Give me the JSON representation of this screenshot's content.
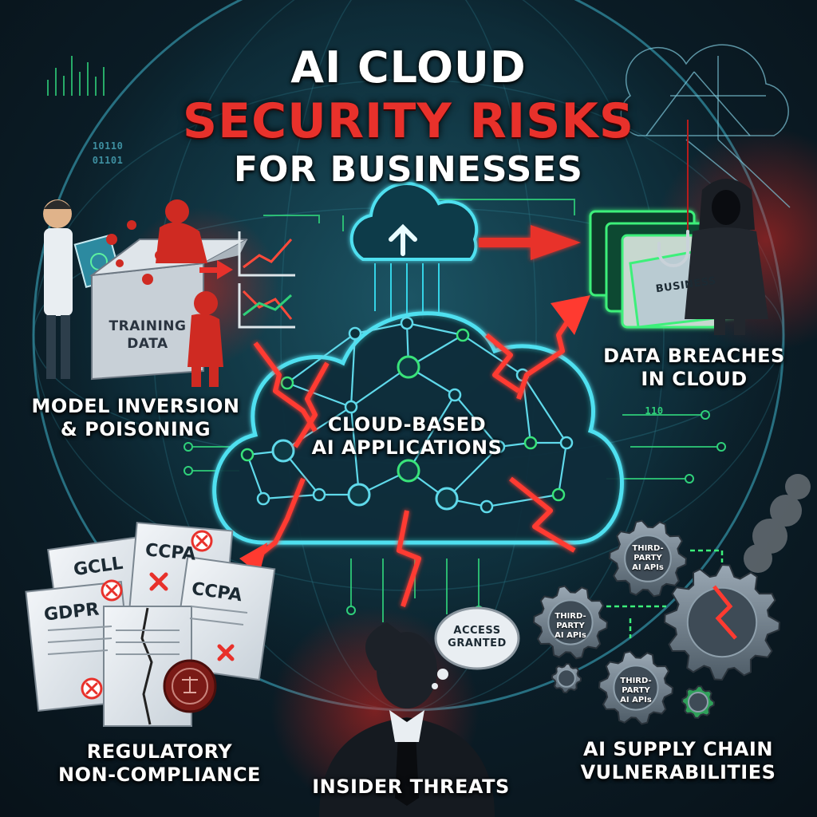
{
  "title": {
    "line1": "AI CLOUD",
    "line2": "SECURITY RISKS",
    "line3": "FOR BUSINESSES"
  },
  "center": {
    "label_line1": "CLOUD-BASED",
    "label_line2": "AI APPLICATIONS"
  },
  "sections": {
    "model_inversion": {
      "label_line1": "MODEL INVERSION",
      "label_line2": "& POISONING",
      "box_line1": "TRAINING",
      "box_line2": "DATA"
    },
    "data_breaches": {
      "label_line1": "DATA BREACHES",
      "label_line2": "IN CLOUD",
      "folder_label": "BUSINESS"
    },
    "regulatory": {
      "label_line1": "REGULATORY",
      "label_line2": "NON-COMPLIANCE",
      "documents": [
        "GCLL",
        "CCPA",
        "GDPR",
        "CCPA"
      ]
    },
    "insider": {
      "label": "INSIDER THREATS",
      "bubble_line1": "ACCESS",
      "bubble_line2": "GRANTED"
    },
    "supply_chain": {
      "label_line1": "AI SUPPLY CHAIN",
      "label_line2": "VULNERABILITIES",
      "gear_line1": "THIRD-PARTY",
      "gear_line2": "AI APIs"
    }
  },
  "decor": {
    "binary_1": "110",
    "binary_2": "10110",
    "binary_3": "01101"
  },
  "colors": {
    "danger": "#e8312b",
    "network": "#35d3e6",
    "node_green": "#39e37a",
    "folder_green": "#3cf07a"
  }
}
